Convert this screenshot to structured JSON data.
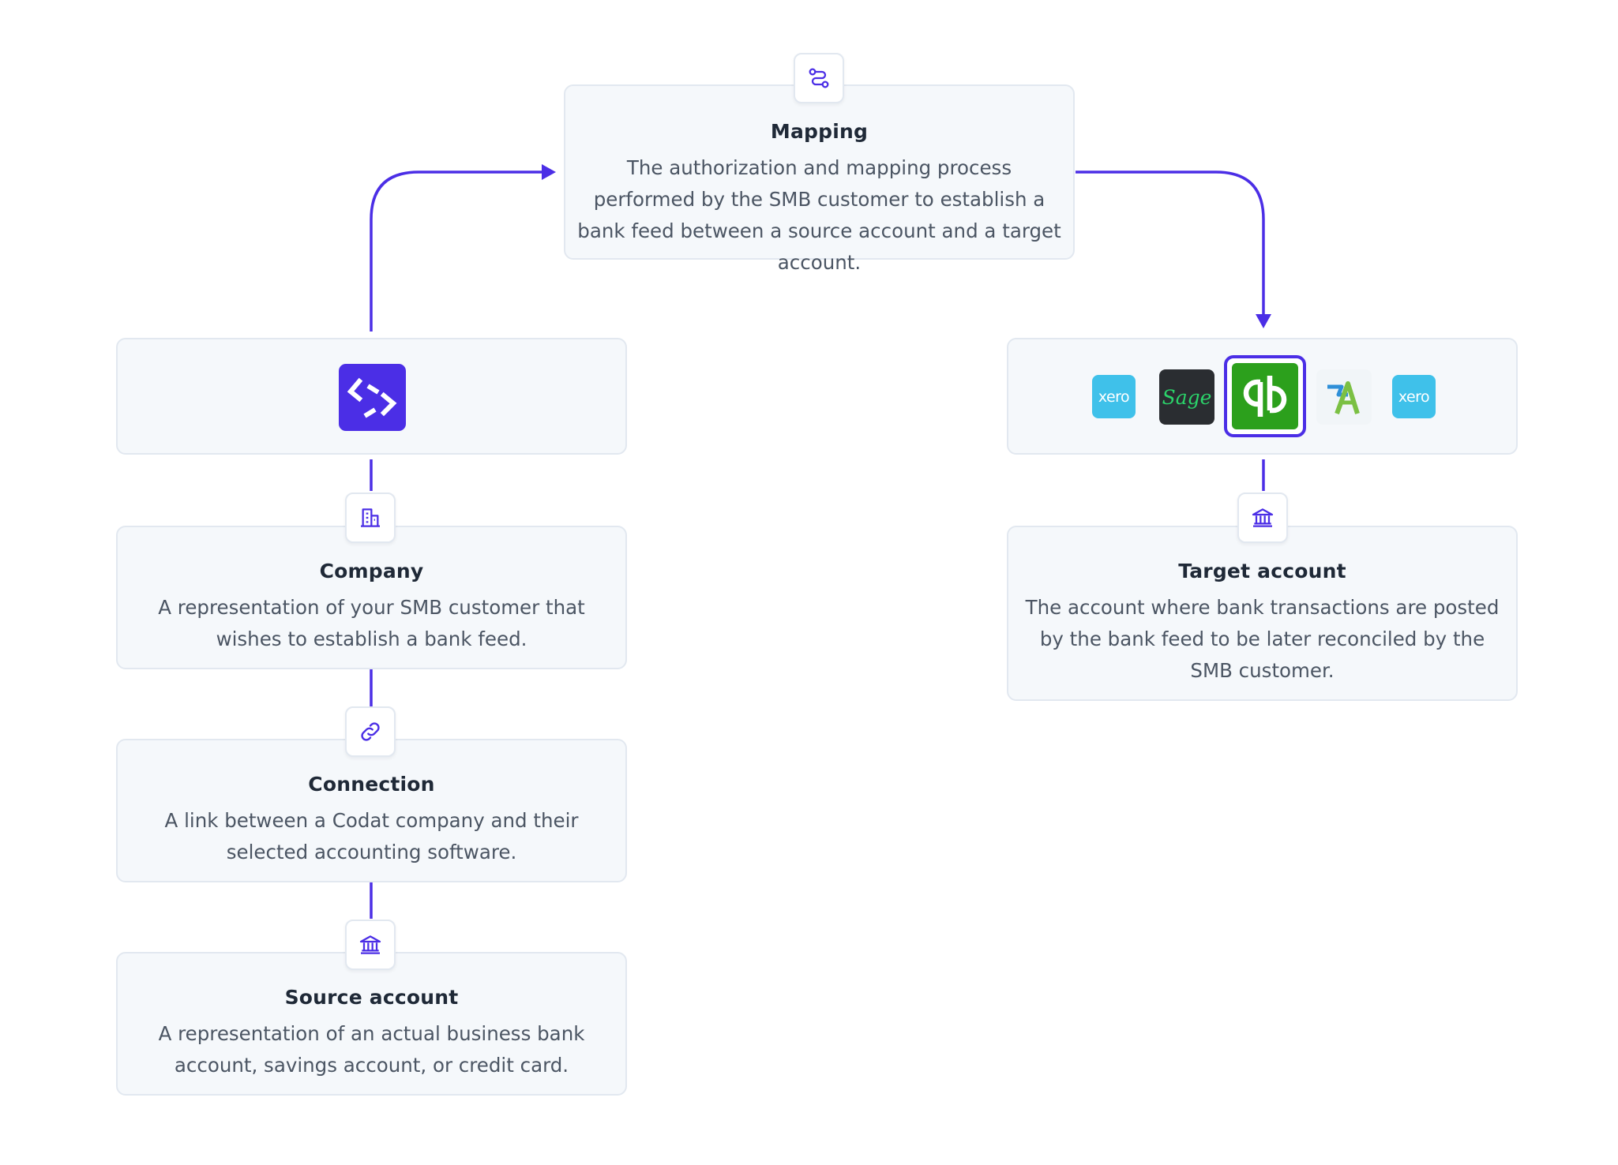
{
  "colors": {
    "accent": "#4b2ee6",
    "card_bg": "#f5f8fb",
    "card_border": "#e2e8f0",
    "xero": "#3fc1ea",
    "sage_bg": "#2a2d31",
    "sage_text": "#2bd36a",
    "quickbooks": "#2ca01c"
  },
  "mapping": {
    "icon": "route-icon",
    "title": "Mapping",
    "description": "The authorization and mapping process performed by the SMB customer to establish a bank feed between a source account and a target account."
  },
  "codat_logo": {
    "icon": "codat-logo"
  },
  "company": {
    "icon": "building-icon",
    "title": "Company",
    "description": "A representation of your SMB customer that wishes to establish a bank feed."
  },
  "connection": {
    "icon": "link-icon",
    "title": "Connection",
    "description": "A link between a Codat company and their selected accounting software."
  },
  "source_account": {
    "icon": "bank-icon",
    "title": "Source account",
    "description": "A representation of an actual business bank account, savings account, or credit card."
  },
  "accounting_logos": [
    {
      "name": "xero-logo",
      "text": "xero"
    },
    {
      "name": "sage-logo",
      "text": "Sage"
    },
    {
      "name": "quickbooks-logo",
      "selected": true
    },
    {
      "name": "freeagent-logo"
    },
    {
      "name": "xero-logo",
      "text": "xero"
    }
  ],
  "target_account": {
    "icon": "bank-icon",
    "title": "Target account",
    "description": "The account where bank transactions are posted by the bank feed to be later reconciled by the SMB customer."
  }
}
